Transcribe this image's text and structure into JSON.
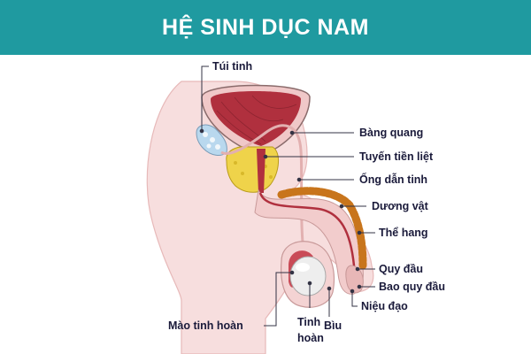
{
  "header": {
    "title": "HỆ SINH DỤC NAM"
  },
  "labels": {
    "tui_tinh": "Túi tinh",
    "bang_quang": "Bàng quang",
    "tuyen_tien_liet": "Tuyến tiền liệt",
    "ong_dan_tinh": "Ống dẫn tinh",
    "duong_vat": "Dương vật",
    "the_hang": "Thể hang",
    "quy_dau": "Quy đầu",
    "bao_quy_dau": "Bao quy đầu",
    "nieu_dao": "Niệu đạo",
    "mao_tinh_hoan": "Mào tinh hoàn",
    "tinh_hoan_line1": "Tinh",
    "tinh_hoan_line2": "hoàn",
    "biu": "Bìu"
  },
  "colors": {
    "banner": "#1f9aa0",
    "skin": "#f7dede",
    "skin_outline": "#e7b9b9",
    "bladder_outer": "#f0c8c8",
    "bladder_inner": "#b0303e",
    "prostate": "#efd34a",
    "seminal_vesicle": "#b9d8ee",
    "corpus": "#c8751c",
    "label_text": "#1a1a3a",
    "leader_line": "#333344"
  }
}
